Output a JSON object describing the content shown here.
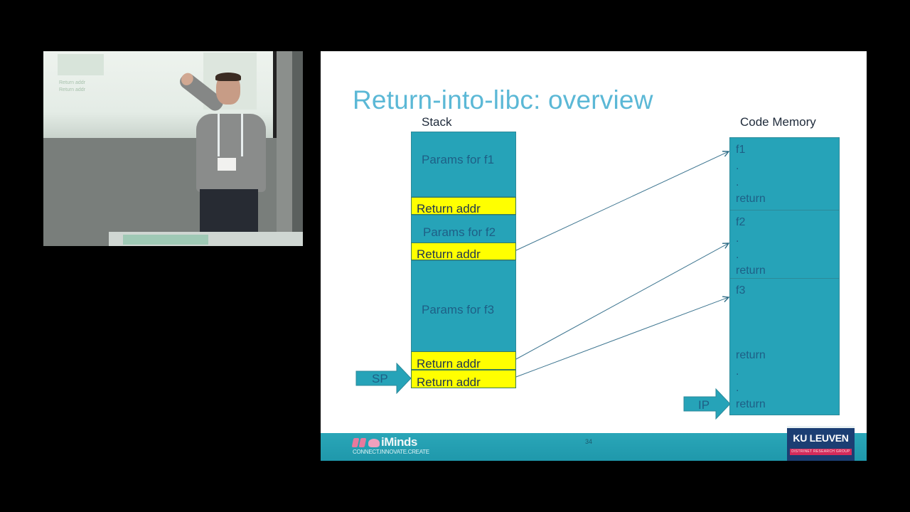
{
  "video": {
    "description": "Speaker presenting in front of projected slide",
    "ghost_text": [
      "Return addr",
      "Return addr"
    ]
  },
  "slide": {
    "title": "Return-into-libc: overview",
    "stack": {
      "label": "Stack",
      "blocks": [
        {
          "type": "params",
          "label": "Params for f1"
        },
        {
          "type": "return",
          "label": "Return addr"
        },
        {
          "type": "params",
          "label": "Params for f2"
        },
        {
          "type": "return",
          "label": "Return addr"
        },
        {
          "type": "params",
          "label": "Params for f3"
        },
        {
          "type": "return",
          "label": "Return addr"
        },
        {
          "type": "return",
          "label": "Return addr"
        }
      ],
      "pointer": "SP"
    },
    "code_memory": {
      "label": "Code Memory",
      "functions": [
        {
          "name": "f1",
          "lines": [
            ".",
            ".",
            "return"
          ]
        },
        {
          "name": "f2",
          "lines": [
            ".",
            ".",
            "return"
          ]
        },
        {
          "name": "f3",
          "lines": [
            "return",
            ".",
            ".",
            "return"
          ]
        }
      ],
      "pointer": "IP"
    },
    "arrows": [
      {
        "from": "Return addr (after Params for f2)",
        "to": "f1"
      },
      {
        "from": "Return addr (upper bottom)",
        "to": "f2"
      },
      {
        "from": "Return addr (SP)",
        "to": "f3"
      }
    ],
    "footer": {
      "page_number": "34",
      "left_logo": {
        "name": "iMinds",
        "tagline": "CONNECT.INNOVATE.CREATE"
      },
      "right_logo": {
        "name": "KU LEUVEN",
        "group": "DISTRINET RESEARCH GROUP"
      }
    }
  },
  "colors": {
    "title": "#5bb8d6",
    "block_teal": "#26a3b8",
    "return_yellow": "#ffff00",
    "footer_teal": "#2aa6b8",
    "kul_blue": "#1b3e73",
    "kul_red": "#d42b5a"
  }
}
